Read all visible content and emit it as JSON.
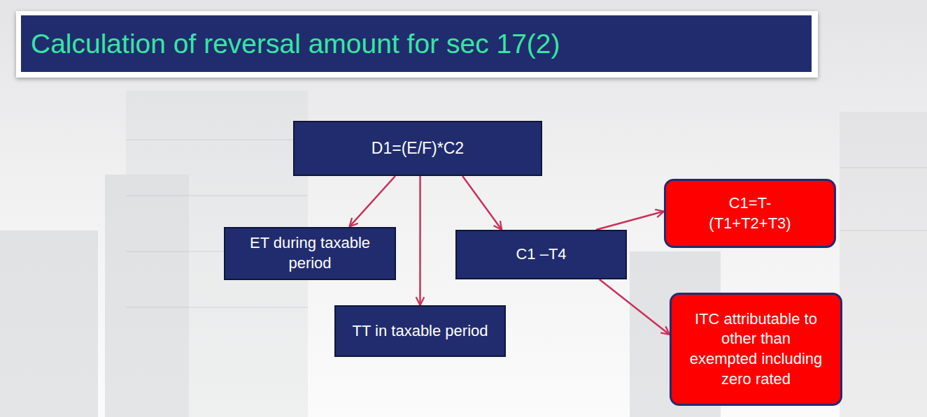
{
  "diagram": {
    "title": "Calculation of reversal amount for sec 17(2)",
    "nodes": [
      {
        "text": [
          "D1=(E/F)*C2"
        ]
      },
      {
        "text": [
          "ET during taxable period"
        ]
      },
      {
        "text": [
          "TT in taxable period"
        ]
      },
      {
        "text": [
          "C1 –T4"
        ]
      },
      {
        "text": [
          "C1=T- (T1+T2+T3)"
        ]
      },
      {
        "text": [
          "ITC attributable to other than exempted including zero rated"
        ]
      }
    ],
    "edges": [
      {
        "from": 0,
        "to": 1,
        "arrow": "to"
      },
      {
        "from": 0,
        "to": 2,
        "arrow": "to"
      },
      {
        "from": 0,
        "to": 3,
        "arrow": "to"
      },
      {
        "from": 3,
        "to": 4,
        "arrow": "to"
      },
      {
        "from": 3,
        "to": 5,
        "arrow": "to"
      }
    ]
  }
}
